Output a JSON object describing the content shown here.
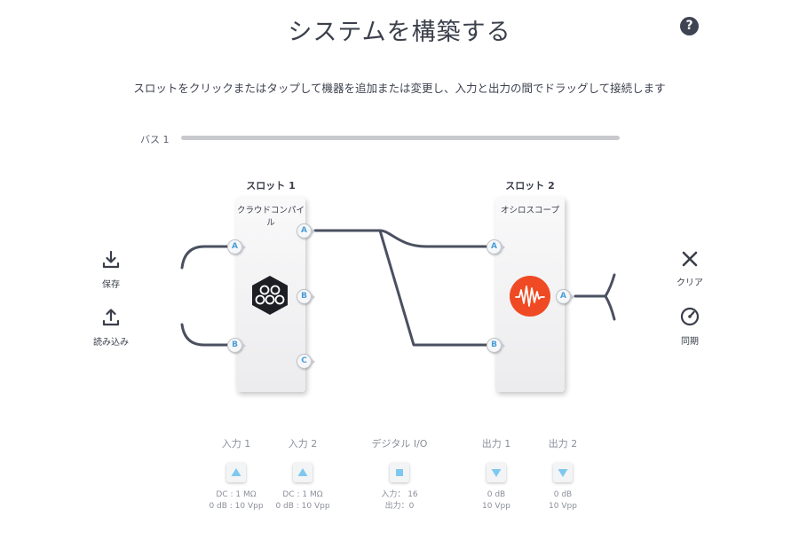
{
  "header": {
    "title": "システムを構築する",
    "help_symbol": "?"
  },
  "instructions": "スロットをクリックまたはタップして機器を追加または変更し、入力と出力の間でドラッグして接続します",
  "bus": {
    "label": "バス 1"
  },
  "slots": [
    {
      "title": "スロット 1",
      "device": "クラウドコンパイル",
      "icon": "cloud-compile-icon",
      "inputs": [
        "A",
        "B"
      ],
      "outputs": [
        "A",
        "B",
        "C"
      ]
    },
    {
      "title": "スロット 2",
      "device": "オシロスコープ",
      "icon": "oscilloscope-icon",
      "inputs": [
        "A",
        "B"
      ],
      "outputs": [
        "A"
      ]
    }
  ],
  "left_actions": [
    {
      "label": "保存",
      "icon": "download-icon"
    },
    {
      "label": "読み込み",
      "icon": "upload-icon"
    }
  ],
  "right_actions": [
    {
      "label": "クリア",
      "icon": "close-icon"
    },
    {
      "label": "同期",
      "icon": "gauge-icon"
    }
  ],
  "io": [
    {
      "header": "入力 1",
      "icon": "up-triangle-icon",
      "line1": "DC : 1 MΩ",
      "line2": "0 dB : 10 Vpp"
    },
    {
      "header": "入力 2",
      "icon": "up-triangle-icon",
      "line1": "DC : 1 MΩ",
      "line2": "0 dB : 10 Vpp"
    },
    {
      "header": "デジタル I/O",
      "icon": "square-icon",
      "line1": "入力： 16",
      "line2": "出力：0"
    },
    {
      "header": "出力 1",
      "icon": "down-triangle-icon",
      "line1": "0 dB",
      "line2": "10 Vpp"
    },
    {
      "header": "出力 2",
      "icon": "down-triangle-icon",
      "line1": "0 dB",
      "line2": "10 Vpp"
    }
  ],
  "colors": {
    "wire": "#4a5060",
    "port_letter": "#4a9ed8",
    "oscilloscope": "#ef4a23",
    "io_accent": "#7ec8ef"
  }
}
